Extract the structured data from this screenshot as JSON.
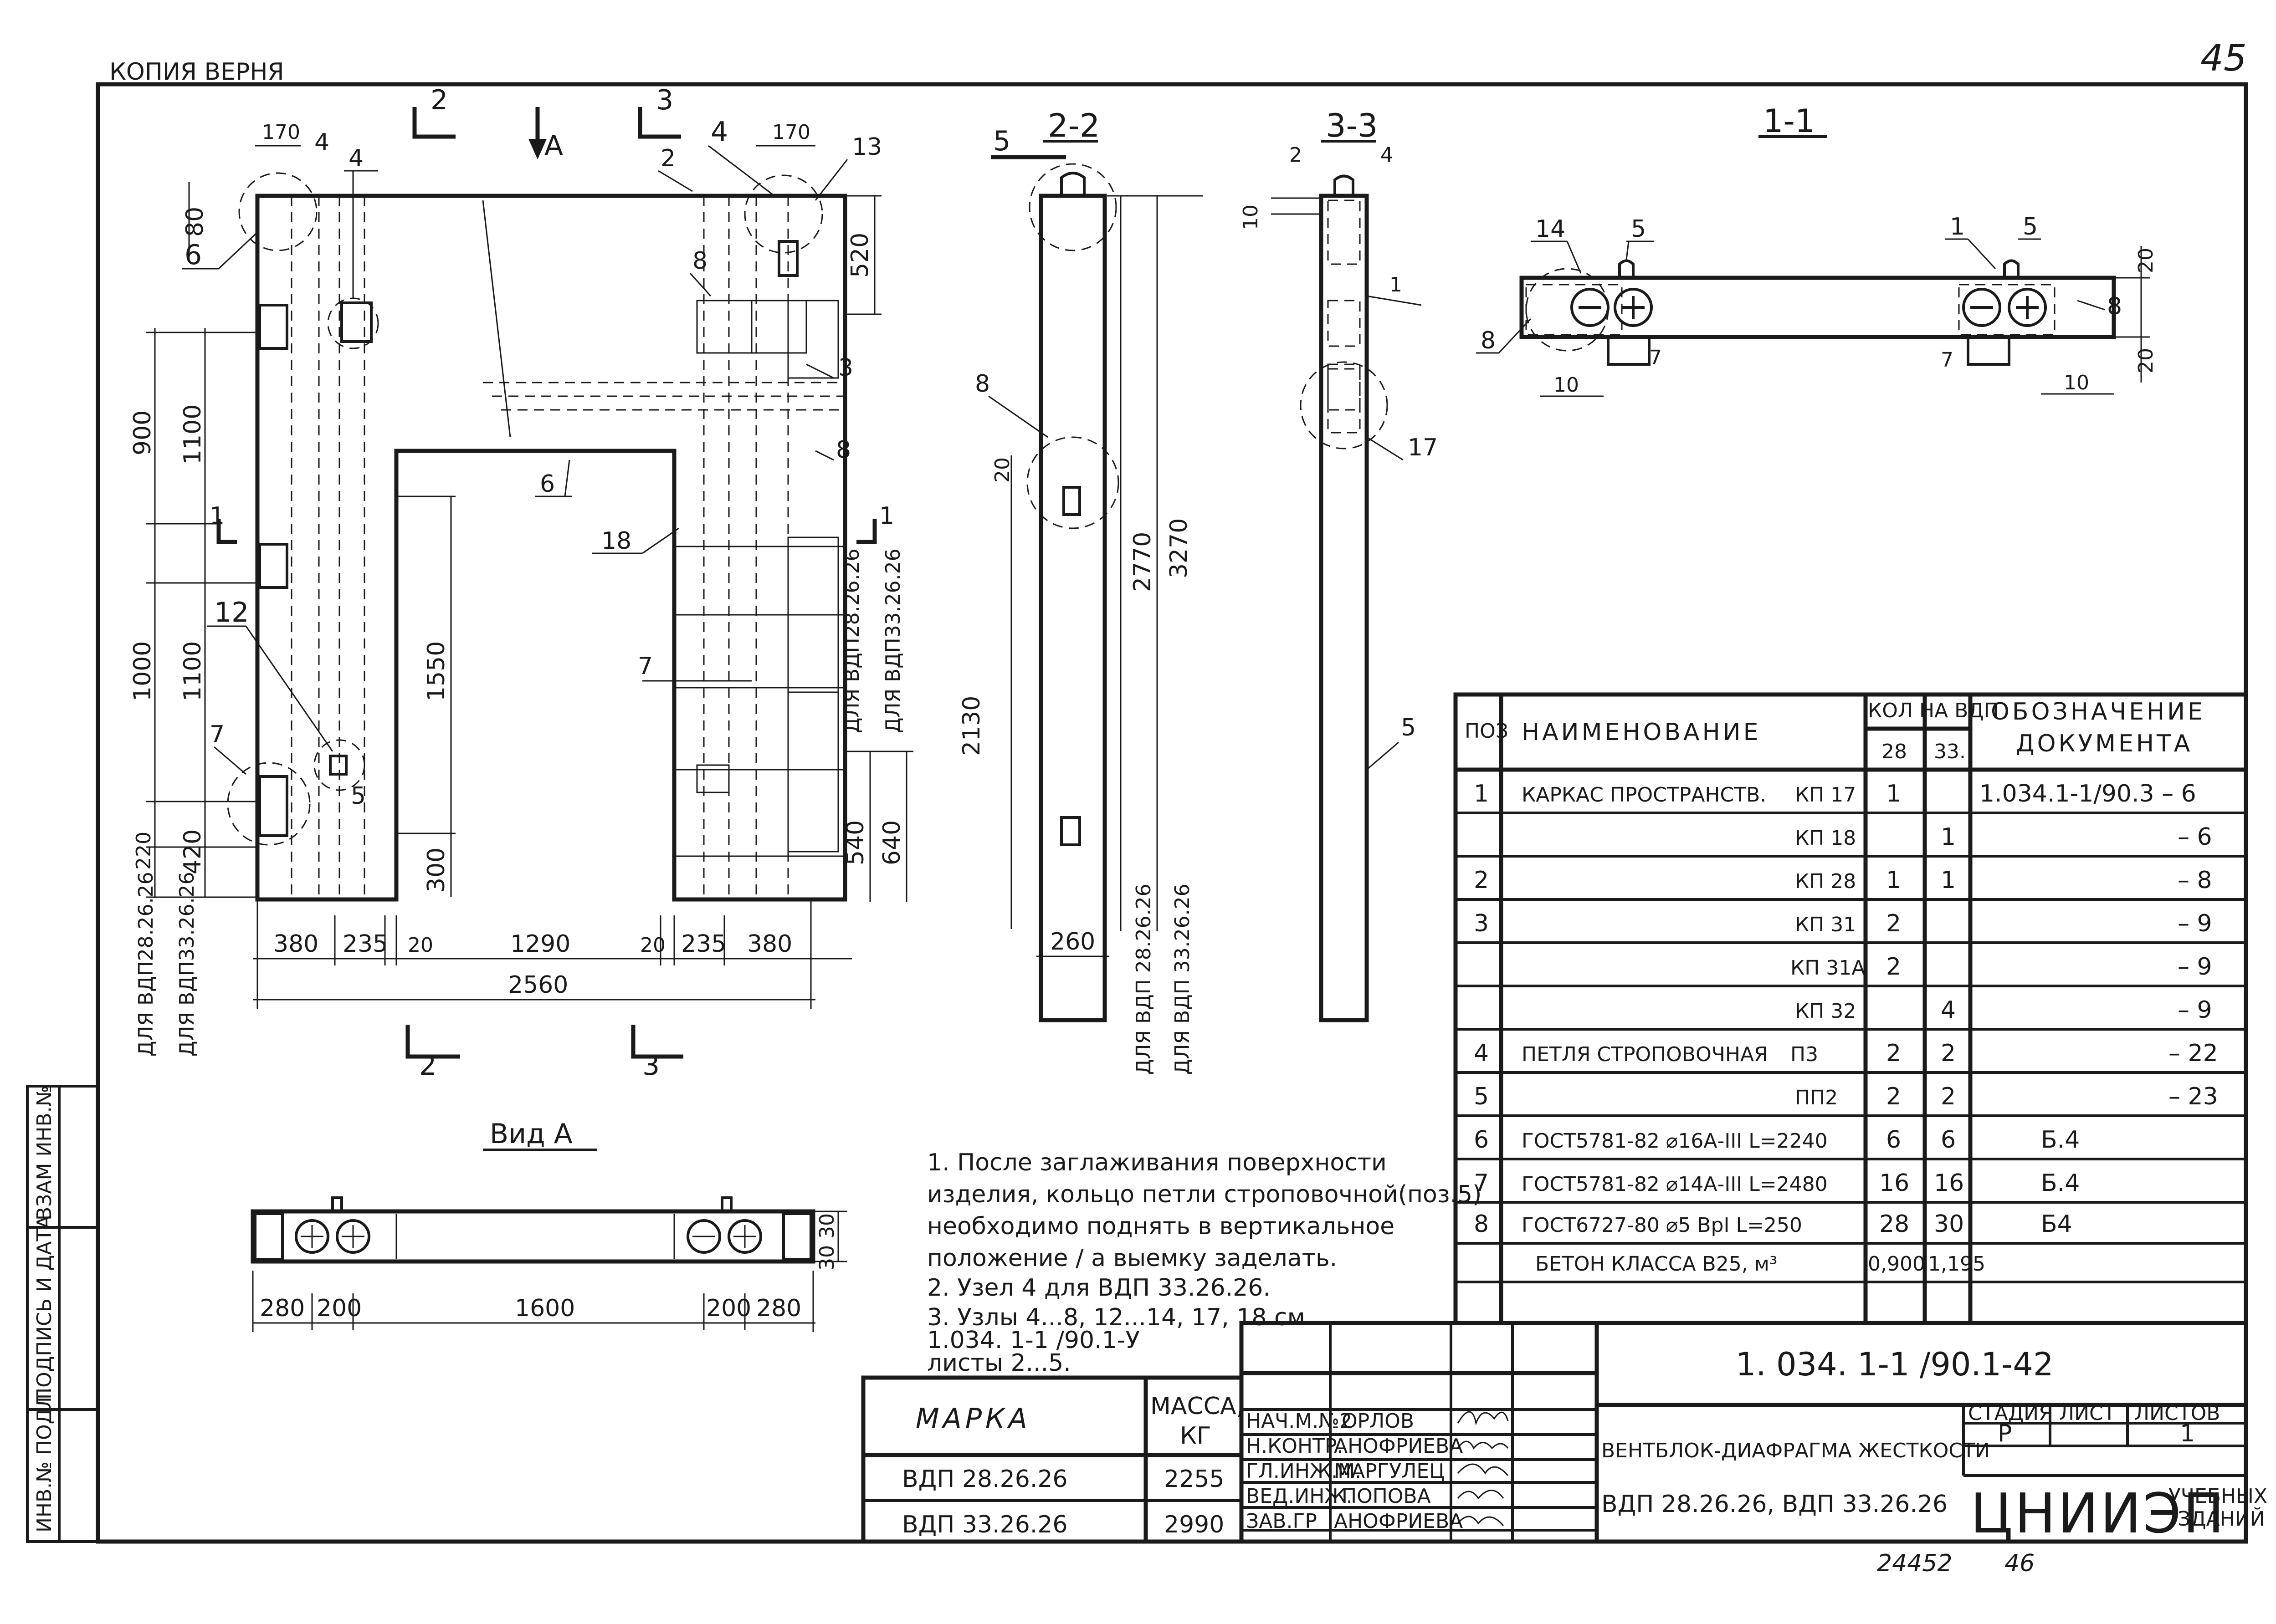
{
  "header": {
    "copy_label": "КОПИЯ ВЕРНЯ",
    "sheet_no": "45"
  },
  "section_marks": {
    "s2": "2",
    "s3": "3",
    "view_a_arrow": "А",
    "cut1": "1"
  },
  "section_titles": {
    "s22": "2-2",
    "s33": "3-3",
    "s11": "1-1",
    "view_a": "Вид А"
  },
  "dims_elevation": {
    "d170_left": "170",
    "d170_right": "170",
    "d80": "80",
    "d520": "520",
    "d900": "900",
    "d1100a": "1100",
    "d1000": "1000",
    "d1100b": "1100",
    "d220": "220",
    "d420": "420",
    "d1550": "1550",
    "d300": "300",
    "d540": "540",
    "d640": "640",
    "bottom_row": [
      "380",
      "235",
      "20",
      "1290",
      "20",
      "235",
      "380"
    ],
    "overall": "2560",
    "for_28": "ДЛЯ ВДП28.26.26",
    "for_33": "ДЛЯ ВДП33.26.26"
  },
  "pos_elevation": [
    "4",
    "4",
    "2",
    "4",
    "13",
    "6",
    "8",
    "3",
    "8",
    "6",
    "18",
    "7",
    "12",
    "7",
    "5"
  ],
  "dims_section22": {
    "d20": "20",
    "d2130": "2130",
    "d2770": "2770",
    "d3270": "3270",
    "d260": "260",
    "for_28": "ДЛЯ ВДП 28.26.26",
    "for_33": "ДЛЯ ВДП 33.26.26",
    "pos5": "5",
    "pos8": "8"
  },
  "dims_section33": {
    "d10": "10",
    "pos2": "2",
    "pos4": "4",
    "pos1": "1",
    "pos17": "17",
    "pos5": "5"
  },
  "dims_section11": {
    "pos14": "14",
    "pos5a": "5",
    "pos8a": "8",
    "pos7a": "7",
    "d10a": "10",
    "pos1": "1",
    "pos5b": "5",
    "pos8b": "8",
    "pos7b": "7",
    "d10b": "10",
    "d20a": "20",
    "d20b": "20"
  },
  "dims_view_a": {
    "d30a": "30",
    "d30b": "30",
    "bottom_row": [
      "280",
      "200",
      "1600",
      "200",
      "280"
    ]
  },
  "notes": [
    "1.  После заглаживания поверхности",
    "     изделия, кольцо петли строповочной(поз.5)",
    "     необходимо поднять в вертикальное",
    "     положение / а выемку заделать.",
    "2.  Узел 4 для ВДП 33.26.26.",
    "3.  Узлы 4...8, 12...14, 17, 18  см.",
    "     1.034. 1-1 /90.1-У",
    "     листы 2...5."
  ],
  "spec_table": {
    "headers": {
      "pos": "ПОЗ",
      "name": "НАИМЕНОВАНИЕ",
      "qty": "КОЛ НА ВДП",
      "q28": "28",
      "q33": "33.",
      "doc1": "ОБОЗНАЧЕНИЕ",
      "doc2": "ДОКУМЕНТА"
    },
    "rows": [
      {
        "pos": "1",
        "name": "КАРКАС ПРОСТРАНСТВ.",
        "mark": "КП 17",
        "q28": "1",
        "q33": "",
        "doc": "1.034.1-1/90.3 – 6"
      },
      {
        "pos": "",
        "name": "",
        "mark": "КП 18",
        "q28": "",
        "q33": "1",
        "doc": "– 6"
      },
      {
        "pos": "2",
        "name": "",
        "mark": "КП 28",
        "q28": "1",
        "q33": "1",
        "doc": "– 8"
      },
      {
        "pos": "3",
        "name": "",
        "mark": "КП 31",
        "q28": "2",
        "q33": "",
        "doc": "– 9"
      },
      {
        "pos": "",
        "name": "",
        "mark": "КП 31А",
        "q28": "2",
        "q33": "",
        "doc": "– 9"
      },
      {
        "pos": "",
        "name": "",
        "mark": "КП 32",
        "q28": "",
        "q33": "4",
        "doc": "– 9"
      },
      {
        "pos": "4",
        "name": "ПЕТЛЯ СТРОПОВОЧНАЯ",
        "mark": "П3",
        "q28": "2",
        "q33": "2",
        "doc": "– 22"
      },
      {
        "pos": "5",
        "name": "",
        "mark": "ПП2",
        "q28": "2",
        "q33": "2",
        "doc": "– 23"
      },
      {
        "pos": "6",
        "name": "ГОСТ5781-82 ⌀16А-III  L=2240",
        "mark": "",
        "q28": "6",
        "q33": "6",
        "doc": "Б.4"
      },
      {
        "pos": "7",
        "name": "ГОСТ5781-82 ⌀14А-III  L=2480",
        "mark": "",
        "q28": "16",
        "q33": "16",
        "doc": "Б.4"
      },
      {
        "pos": "8",
        "name": "ГОСТ6727-80 ⌀5 ВрI  L=250",
        "mark": "",
        "q28": "28",
        "q33": "30",
        "doc": "Б4"
      },
      {
        "pos": "",
        "name": "БЕТОН КЛАССА  В25, м³",
        "mark": "",
        "q28": "0,900",
        "q33": "1,195",
        "doc": ""
      },
      {
        "pos": "",
        "name": "",
        "mark": "",
        "q28": "",
        "q33": "",
        "doc": ""
      }
    ]
  },
  "mass_table": {
    "h_mark": "МАРКА",
    "h_mass1": "МАССА,",
    "h_mass2": "КГ",
    "rows": [
      {
        "mark": "ВДП 28.26.26",
        "mass": "2255"
      },
      {
        "mark": "ВДП 33.26.26",
        "mass": "2990"
      }
    ]
  },
  "title_block": {
    "doc_number": "1. 034. 1-1 /90.1-42",
    "staff": [
      {
        "role": "НАЧ.М.№2",
        "name": "ОРЛОВ"
      },
      {
        "role": "Н.КОНТР.",
        "name": "АНОФРИЕВА"
      },
      {
        "role": "ГЛ.ИНЖ.М.",
        "name": "МАРГУЛЕЦ"
      },
      {
        "role": "ВЕД.ИНЖ.",
        "name": "ПОПОВА"
      },
      {
        "role": "ЗАВ.ГР",
        "name": "АНОФРИЕВА"
      }
    ],
    "title1": "ВЕНТБЛОК-ДИАФРАГМА ЖЕСТКОСТИ",
    "title2": "ВДП 28.26.26,  ВДП 33.26.26",
    "stage_h": "СТАДИЯ",
    "sheet_h": "ЛИСТ",
    "sheets_h": "ЛИСТОВ",
    "stage": "Р",
    "sheet": "",
    "sheets": "1",
    "org": "ЦНИИЭП",
    "org_sub1": "УЧЕБНЫХ",
    "org_sub2": "ЗДАНИЙ"
  },
  "side_stamp": [
    "ИНВ.№ ПОДЛ.",
    "ПОДПИСЬ И ДАТА",
    "ВЗАМ ИНВ.№"
  ],
  "footer": {
    "inv": "24452",
    "page": "46"
  }
}
